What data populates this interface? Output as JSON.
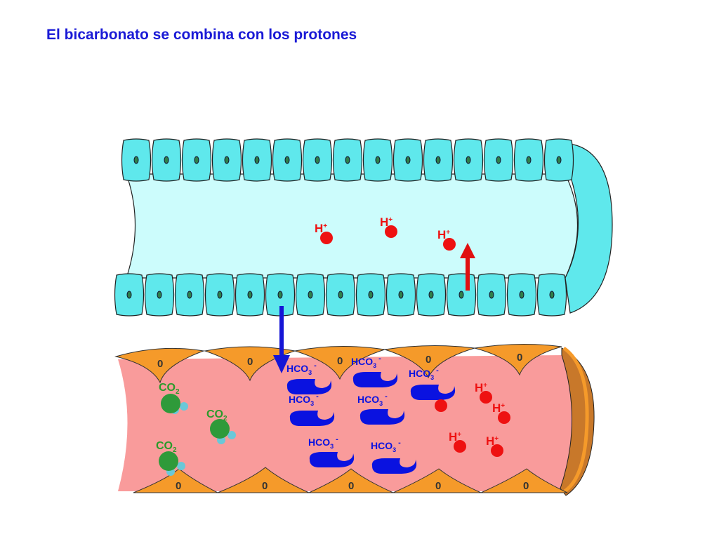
{
  "title": "El bicarbonato se combina con los protones",
  "labels": {
    "proton_base": "H",
    "proton_sup": "+",
    "bicarb_base": "HCO",
    "bicarb_sub": "3",
    "bicarb_sup": "-",
    "co2_base": "CO",
    "co2_sub": "2",
    "nucleus": "0"
  },
  "colors": {
    "title": "#1a1ad6",
    "epithelial_cell": "#5fe8ec",
    "lumen": "#ccfcfc",
    "endothelial_cell": "#f59a2a",
    "blood": "#f99b9b",
    "proton": "#ee1111",
    "bicarbonate": "#0a12e0",
    "co2_sphere": "#2f9a3a",
    "co2_label": "#2a9a2a",
    "arrow_down": "#1515d6",
    "arrow_up": "#e01010"
  },
  "icons": [
    "h-plus-ion-icon",
    "bicarbonate-ion-icon",
    "co2-molecule-icon",
    "arrow-down-icon",
    "arrow-up-icon"
  ]
}
